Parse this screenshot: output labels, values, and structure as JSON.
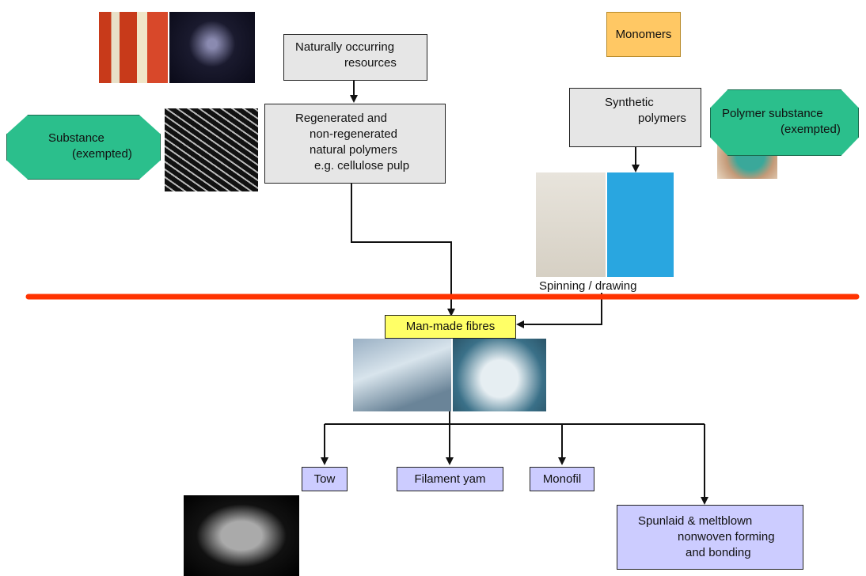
{
  "nodes": {
    "natural_resources": [
      "Naturally occurring",
      "resources"
    ],
    "regenerated": [
      "Regenerated and",
      "non-regenerated",
      "natural polymers",
      "e.g. cellulose pulp"
    ],
    "monomers": "Monomers",
    "synthetic": [
      "Synthetic",
      "polymers"
    ],
    "substance": [
      "Substance",
      "(exempted)"
    ],
    "polymer_substance": [
      "Polymer substance",
      "(exempted)"
    ],
    "spinning": "Spinning / drawing",
    "man_made": "Man-made fibres",
    "tow": "Tow",
    "filament": "Filament yam",
    "monofil": "Monofil",
    "spunlaid": [
      "Spunlaid & meltblown",
      "nonwoven forming",
      "and bonding"
    ]
  },
  "colors": {
    "gray_box": "#e6e6e6",
    "orange_box": "#ffc864",
    "yellow_box": "#ffff66",
    "lavender_box": "#ccccff",
    "green_octagon": "#2bbf8c",
    "divider": "#ff3300"
  }
}
